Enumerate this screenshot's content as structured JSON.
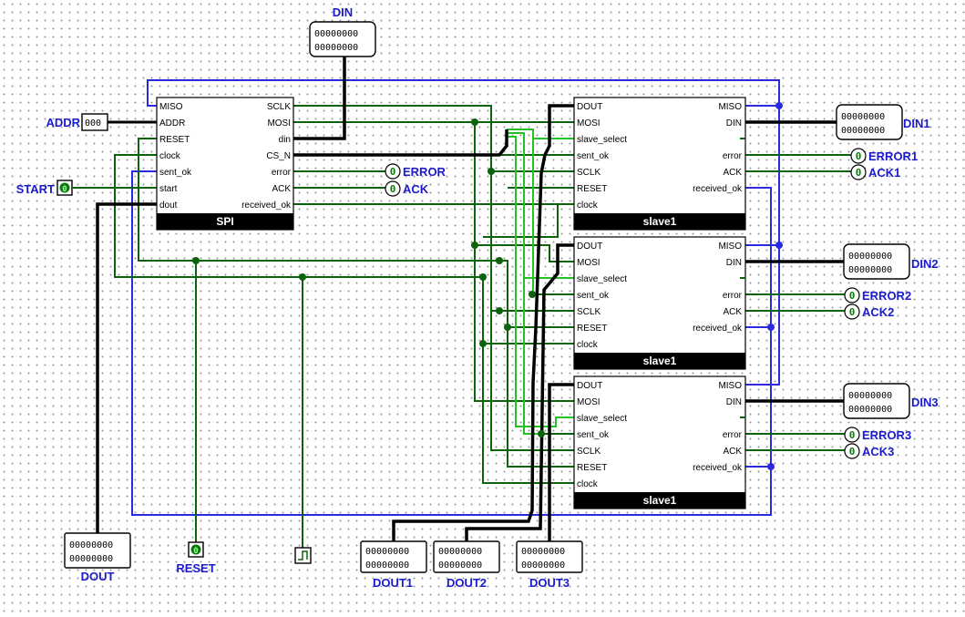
{
  "spi": {
    "title": "SPI",
    "left_pins": [
      "MISO",
      "ADDR",
      "RESET",
      "clock",
      "sent_ok",
      "start",
      "dout"
    ],
    "right_pins": [
      "SCLK",
      "MOSI",
      "din",
      "CS_N",
      "error",
      "ACK",
      "received_ok"
    ]
  },
  "slaves": [
    {
      "title": "slave1",
      "left_pins": [
        "DOUT",
        "MOSI",
        "slave_select",
        "sent_ok",
        "SCLK",
        "RESET",
        "clock"
      ],
      "right_pins": [
        "MISO",
        "DIN",
        "",
        "error",
        "ACK",
        "received_ok"
      ]
    },
    {
      "title": "slave1",
      "left_pins": [
        "DOUT",
        "MOSI",
        "slave_select",
        "sent_ok",
        "SCLK",
        "RESET",
        "clock"
      ],
      "right_pins": [
        "MISO",
        "DIN",
        "",
        "error",
        "ACK",
        "received_ok"
      ]
    },
    {
      "title": "slave1",
      "left_pins": [
        "DOUT",
        "MOSI",
        "slave_select",
        "sent_ok",
        "SCLK",
        "RESET",
        "clock"
      ],
      "right_pins": [
        "MISO",
        "DIN",
        "",
        "error",
        "ACK",
        "received_ok"
      ]
    }
  ],
  "labels": {
    "din": "DIN",
    "addr": "ADDR",
    "start": "START",
    "error": "ERROR",
    "ack": "ACK",
    "din1": "DIN1",
    "din2": "DIN2",
    "din3": "DIN3",
    "error1": "ERROR1",
    "ack1": "ACK1",
    "error2": "ERROR2",
    "ack2": "ACK2",
    "error3": "ERROR3",
    "ack3": "ACK3",
    "dout": "DOUT",
    "reset": "RESET",
    "dout1": "DOUT1",
    "dout2": "DOUT2",
    "dout3": "DOUT3"
  },
  "values": {
    "bits8": "00000000",
    "bits3": "000",
    "start": "0",
    "reset": "0",
    "error": "0",
    "ack": "0",
    "error1": "0",
    "ack1": "0",
    "error2": "0",
    "ack2": "0",
    "error3": "0",
    "ack3": "0"
  }
}
